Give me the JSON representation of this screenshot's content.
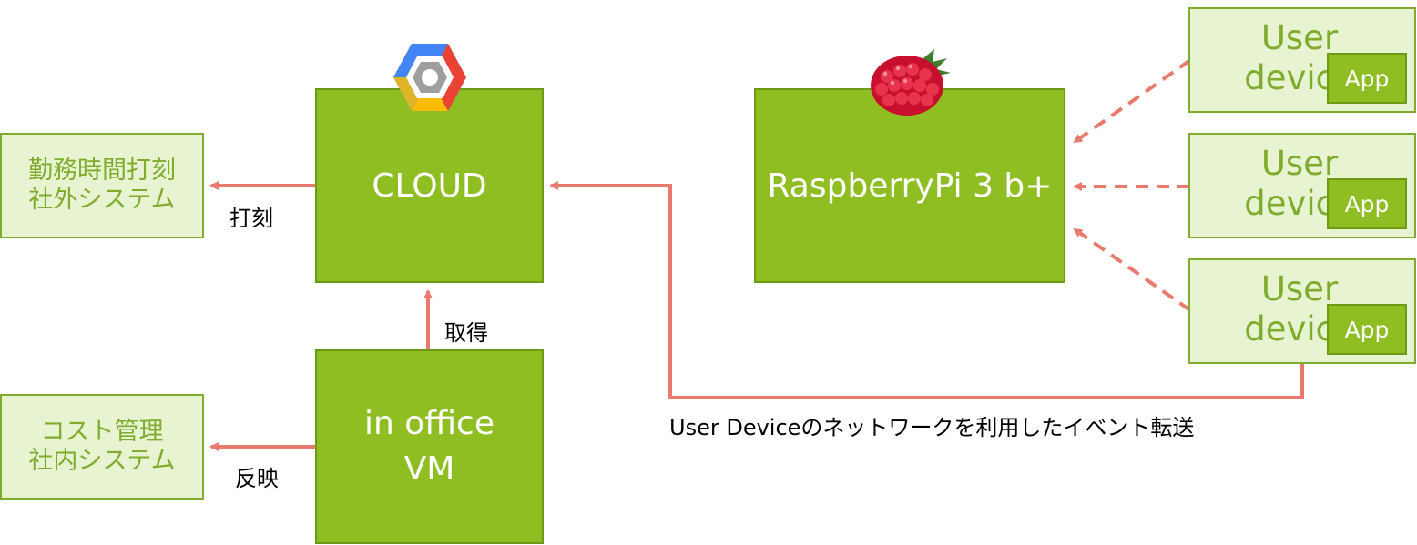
{
  "nodes": {
    "cloud": "CLOUD",
    "raspberry": "RaspberryPi 3 b+",
    "office_vm": "in office\nVM",
    "attendance_system": "勤務時間打刻\n社外システム",
    "cost_system": "コスト管理\n社内システム",
    "user_devices": [
      {
        "label": "User\ndevice",
        "app": "App"
      },
      {
        "label": "User\ndevice",
        "app": "App"
      },
      {
        "label": "User\ndevice",
        "app": "App"
      }
    ]
  },
  "edges": {
    "punch": "打刻",
    "fetch": "取得",
    "reflect": "反映",
    "forward": "User Deviceのネットワークを利用したイベント転送"
  },
  "colors": {
    "main_fill": "#8fbe23",
    "light_fill": "#e8f3d2",
    "arrow": "#e87a6e"
  },
  "icons": [
    "gcp-hexagon-icon",
    "raspberry-icon"
  ]
}
